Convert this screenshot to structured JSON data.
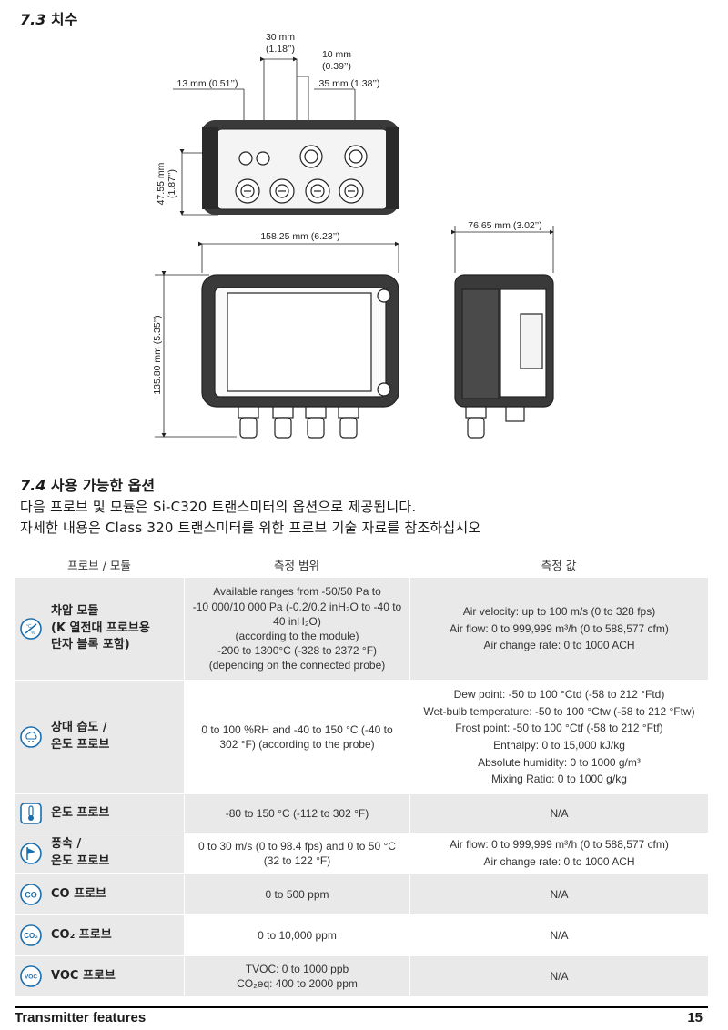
{
  "section1": {
    "num": "7.3",
    "title": "치수"
  },
  "dims": {
    "d30": "30 mm",
    "d30i": "(1.18’’)",
    "d10": "10 mm",
    "d10i": "(0.39’’)",
    "d13": "13 mm (0.51’’)",
    "d35": "35 mm (1.38’’)",
    "d47": "47.55 mm",
    "d47i": "(1.87’’)",
    "d158": "158.25 mm (6.23’’)",
    "d76": "76.65 mm (3.02’’)",
    "d135": "135.80 mm (5.35’’)"
  },
  "section2": {
    "num": "7.4",
    "title": "사용 가능한 옵션"
  },
  "intro": {
    "line1": "다음 프로브 및 모듈은 Si-C320 트랜스미터의 옵션으로 제공됩니다.",
    "line2": "자세한 내용은 Class 320 트랜스미터를 위한 프로브 기술 자료를 참조하십시오"
  },
  "table": {
    "headers": [
      "프로브 / 모듈",
      "측정 범위",
      "측정 값"
    ],
    "rows": [
      {
        "name": [
          "차압 모듈",
          "(K 열전대 프로브용",
          "단자 블록 포함)"
        ],
        "range": [
          "Available ranges from -50/50 Pa to",
          "-10 000/10 000 Pa (-0.2/0.2 inH₂O to -40 to",
          "40 inH₂O)",
          "(according to the module)",
          "-200 to 1300°C (-328 to 2372 °F)",
          "(depending on the connected probe)"
        ],
        "values": [
          "Air velocity: up to 100 m/s (0 to 328 fps)",
          "Air flow: 0 to 999,999 m³/h (0 to 588,577 cfm)",
          "Air change rate: 0 to 1000 ACH"
        ]
      },
      {
        "name": [
          "상대 습도 /",
          "온도 프로브"
        ],
        "range": [
          "0 to 100 %RH and -40 to 150 °C (-40 to",
          "302 °F) (according to the probe)"
        ],
        "values": [
          "Dew point: -50 to 100 °Ctd (-58 to 212 °Ftd)",
          "Wet-bulb temperature: -50 to 100 °Ctw (-58 to 212 °Ftw)",
          "Frost point: -50 to 100 °Ctf (-58 to 212 °Ftf)",
          "Enthalpy: 0 to 15,000 kJ/kg",
          "Absolute humidity: 0 to 1000 g/m³",
          "Mixing Ratio: 0 to 1000 g/kg"
        ]
      },
      {
        "name": [
          "온도 프로브"
        ],
        "range": [
          "-80 to 150 °C (-112 to 302 °F)"
        ],
        "values": [
          "N/A"
        ]
      },
      {
        "name": [
          "풍속 /",
          "온도 프로브"
        ],
        "range": [
          "0 to 30 m/s (0 to 98.4 fps) and 0 to 50 °C",
          "(32 to 122 °F)"
        ],
        "values": [
          "Air flow: 0 to 999,999 m³/h (0 to 588,577 cfm)",
          "Air change rate: 0 to 1000 ACH"
        ]
      },
      {
        "name": [
          "CO 프로브"
        ],
        "range": [
          "0 to 500 ppm"
        ],
        "values": [
          "N/A"
        ]
      },
      {
        "name": [
          "CO₂ 프로브"
        ],
        "range": [
          "0 to 10,000 ppm"
        ],
        "values": [
          "N/A"
        ]
      },
      {
        "name": [
          "VOC 프로브"
        ],
        "range": [
          "TVOC: 0 to 1000 ppb",
          "CO₂eq: 400 to 2000 ppm"
        ],
        "values": [
          "N/A"
        ]
      }
    ],
    "icon_labels": {
      "co": "CO",
      "co2": "CO₂",
      "voc": "VOC"
    }
  },
  "footer": {
    "left": "Transmitter features",
    "right": "15"
  },
  "colors": {
    "accent": "#1a6fae",
    "row_grey": "#e9e9e9"
  }
}
